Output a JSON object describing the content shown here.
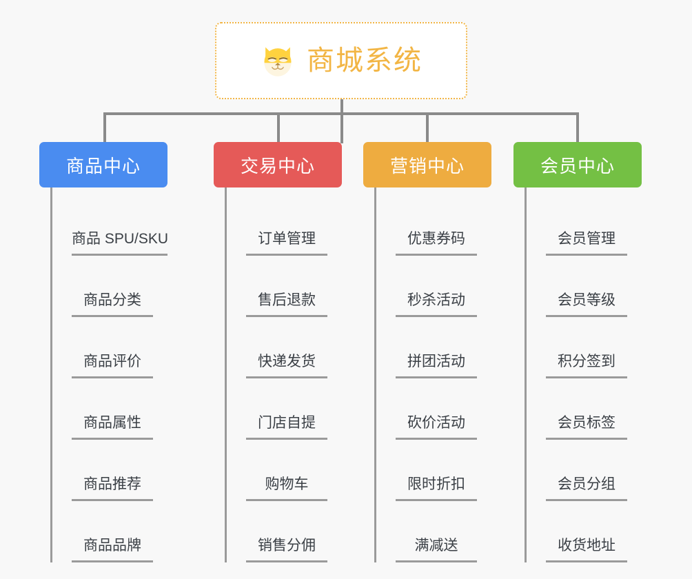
{
  "background_color": "#f8f8f8",
  "root": {
    "icon": "shiba-dog-face-emoji",
    "title": "商城系统",
    "color": "#f2b544",
    "border_style": "dotted"
  },
  "connector_color": "#8a8a8a",
  "leaf_text_color": "#3a3f45",
  "leaf_line_color": "#9a9a9a",
  "columns": [
    {
      "title": "商品中心",
      "color": "#4a8cf0",
      "items": [
        "商品 SPU/SKU",
        "商品分类",
        "商品评价",
        "商品属性",
        "商品推荐",
        "商品品牌"
      ]
    },
    {
      "title": "交易中心",
      "color": "#e55a58",
      "items": [
        "订单管理",
        "售后退款",
        "快递发货",
        "门店自提",
        "购物车",
        "销售分佣"
      ]
    },
    {
      "title": "营销中心",
      "color": "#eeac40",
      "items": [
        "优惠券码",
        "秒杀活动",
        "拼团活动",
        "砍价活动",
        "限时折扣",
        "满减送"
      ]
    },
    {
      "title": "会员中心",
      "color": "#74c044",
      "items": [
        "会员管理",
        "会员等级",
        "积分签到",
        "会员标签",
        "会员分组",
        "收货地址"
      ]
    }
  ]
}
